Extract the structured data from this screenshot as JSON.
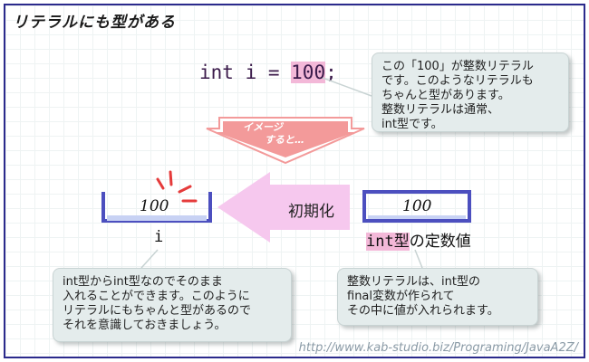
{
  "title": "リテラルにも型がある",
  "code": {
    "prefix": "int i = ",
    "literal": "100",
    "suffix": ";"
  },
  "top_callout": {
    "lines": [
      "この「100」が整数リテラル",
      "です。このようなリテラルも",
      "ちゃんと型があります。",
      "整数リテラルは通常、",
      "int型です。"
    ]
  },
  "arrow_label": {
    "line1": "イメージ",
    "line2": "すると…"
  },
  "left_box": {
    "value": "100",
    "name": "i"
  },
  "right_box": {
    "value": "100",
    "name_highlight": "int型",
    "name_rest": "の定数値"
  },
  "init_label": "初期化",
  "bottom_left_callout": {
    "lines": [
      "int型からint型なのでそのまま",
      "入れることができます。このように",
      "リテラルにもちゃんと型があるので",
      "それを意識しておきましょう。"
    ]
  },
  "bottom_right_callout": {
    "lines": [
      "整数リテラルは、int型の",
      "final変数が作られて",
      "その中に値が入れられます。"
    ]
  },
  "url": "http://www.kab-studio.biz/Programing/JavaA2Z/",
  "colors": {
    "frame": "#2b2a8c",
    "highlight": "#f3b8d8",
    "arrow_down": "#f39a9a",
    "arrow_left": "#f6c8ee",
    "box_stroke": "#4c4fbf",
    "box_fill": "#c8d2f4",
    "callout_fill": "#e4ecec"
  }
}
